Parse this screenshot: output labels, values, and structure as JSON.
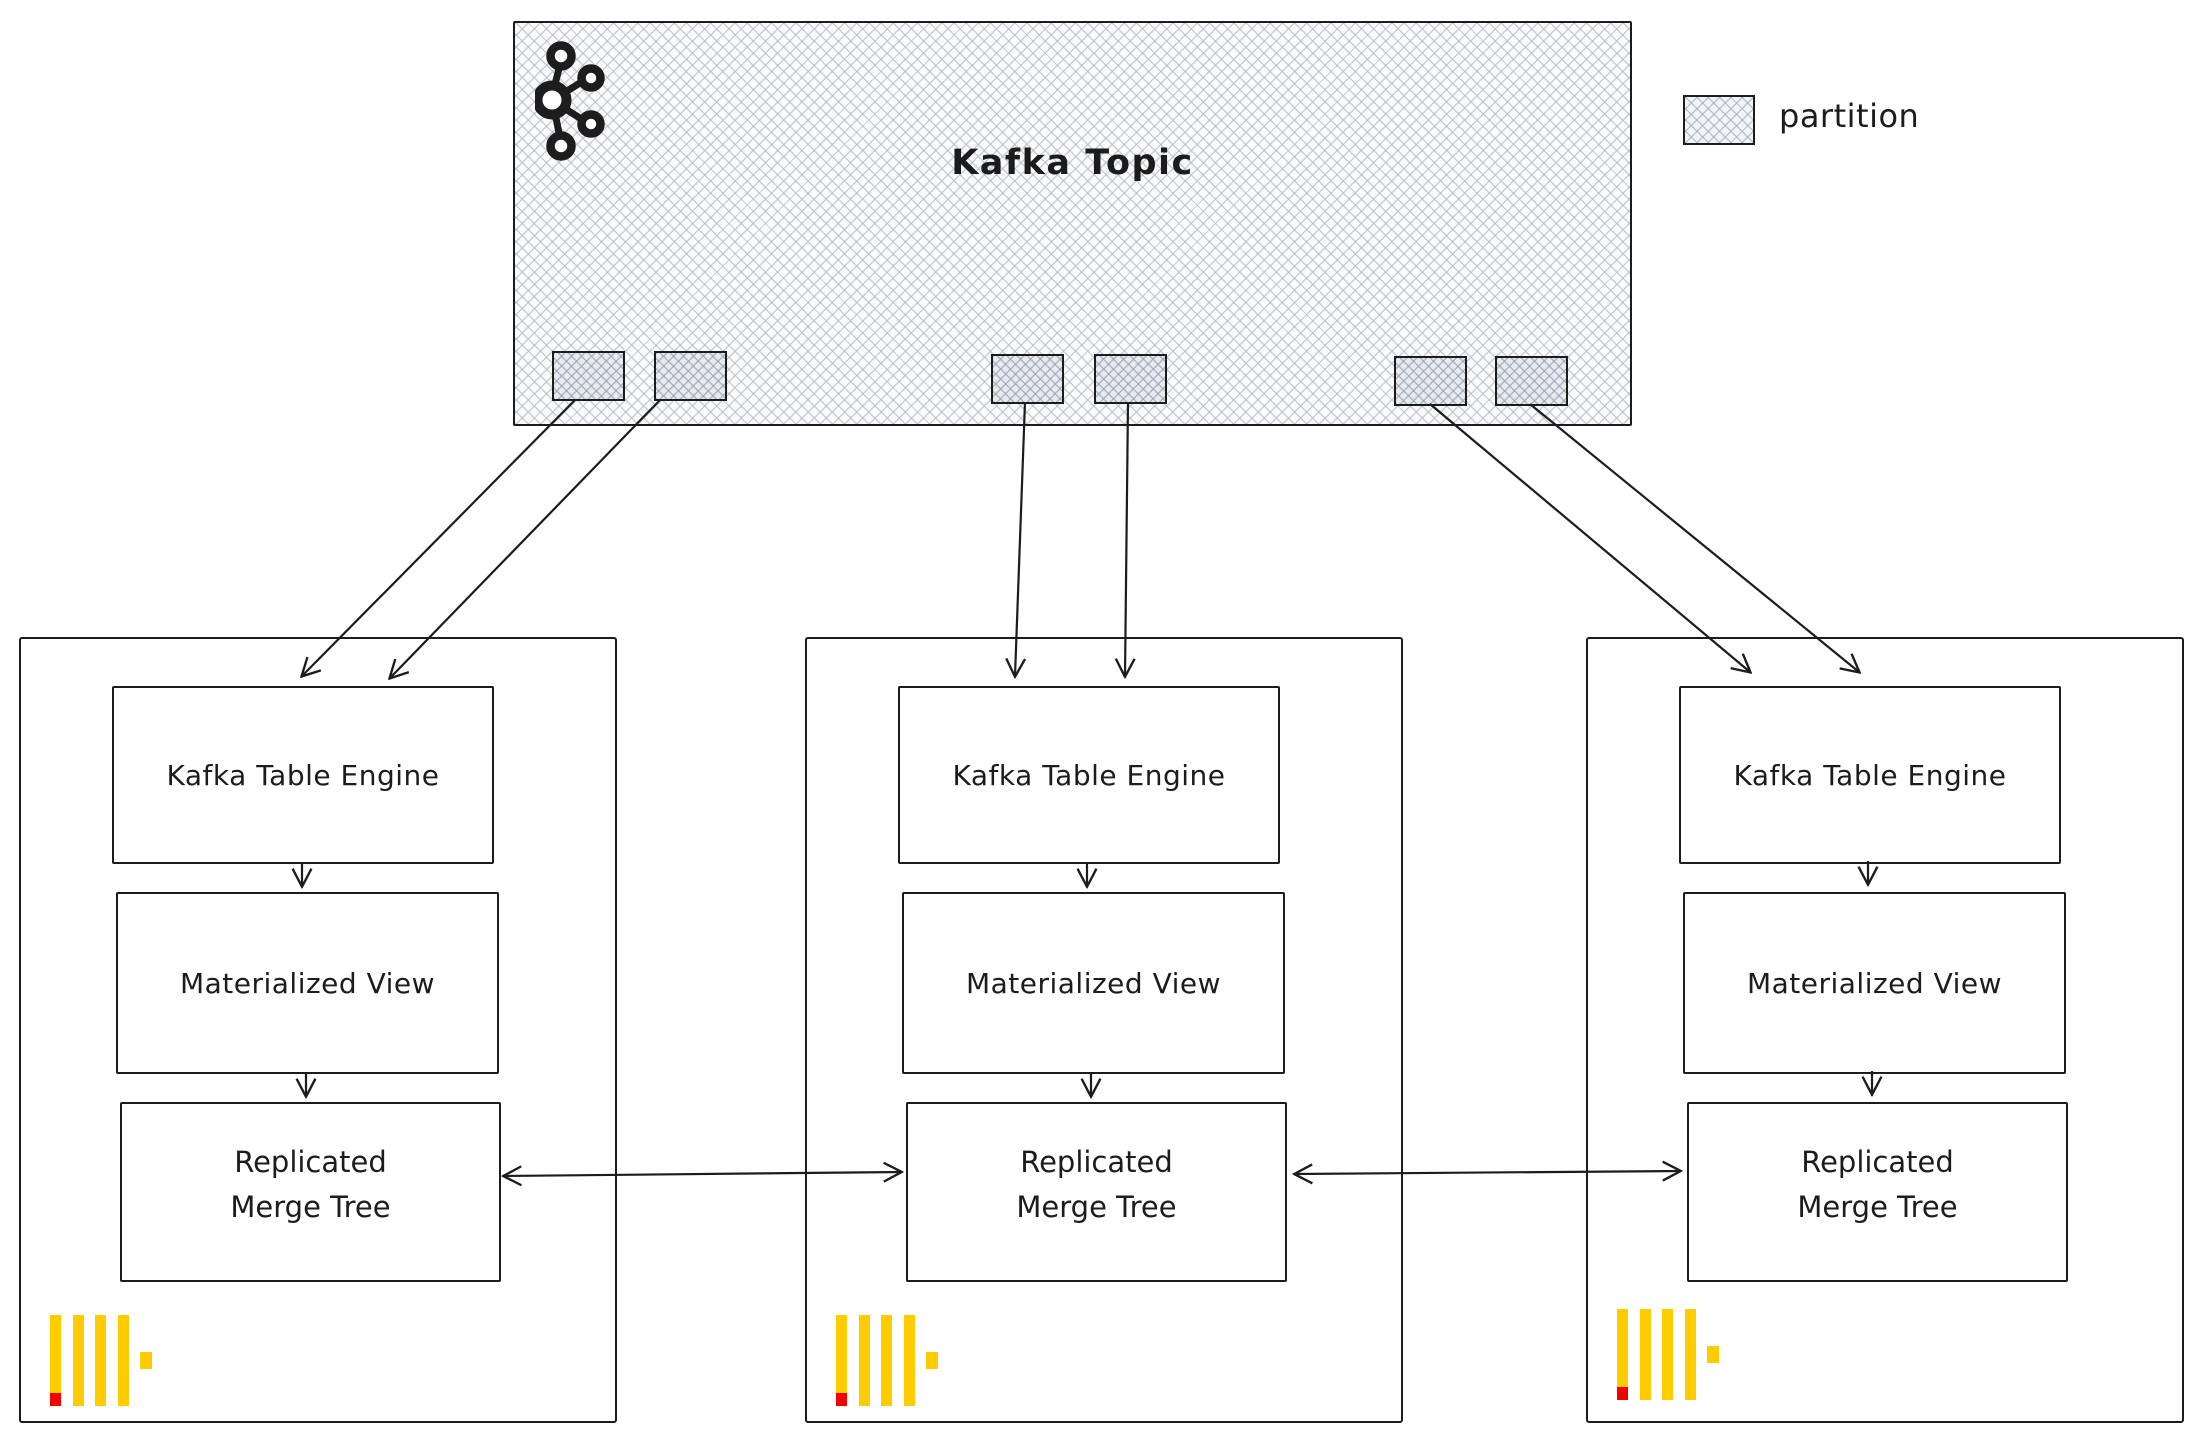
{
  "topic": {
    "title": "Kafka Topic",
    "icon": "kafka-logo",
    "partition_count": 6
  },
  "legend": {
    "swatch": "crosshatch-pattern",
    "label": "partition"
  },
  "nodes": [
    {
      "engine_label": "Kafka Table Engine",
      "view_label": "Materialized View",
      "storage_line1": "Replicated",
      "storage_line2": "Merge Tree",
      "logo": "clickhouse-logo"
    },
    {
      "engine_label": "Kafka Table Engine",
      "view_label": "Materialized View",
      "storage_line1": "Replicated",
      "storage_line2": "Merge Tree",
      "logo": "clickhouse-logo"
    },
    {
      "engine_label": "Kafka Table Engine",
      "view_label": "Materialized View",
      "storage_line1": "Replicated",
      "storage_line2": "Merge Tree",
      "logo": "clickhouse-logo"
    }
  ],
  "edges": [
    {
      "from": "partition-0",
      "to": "node-1-kafka-table-engine"
    },
    {
      "from": "partition-1",
      "to": "node-1-kafka-table-engine"
    },
    {
      "from": "partition-2",
      "to": "node-2-kafka-table-engine"
    },
    {
      "from": "partition-3",
      "to": "node-2-kafka-table-engine"
    },
    {
      "from": "partition-4",
      "to": "node-3-kafka-table-engine"
    },
    {
      "from": "partition-5",
      "to": "node-3-kafka-table-engine"
    },
    {
      "from": "node-1-kafka-table-engine",
      "to": "node-1-materialized-view"
    },
    {
      "from": "node-1-materialized-view",
      "to": "node-1-replicated-merge-tree"
    },
    {
      "from": "node-2-kafka-table-engine",
      "to": "node-2-materialized-view"
    },
    {
      "from": "node-2-materialized-view",
      "to": "node-2-replicated-merge-tree"
    },
    {
      "from": "node-3-kafka-table-engine",
      "to": "node-3-materialized-view"
    },
    {
      "from": "node-3-materialized-view",
      "to": "node-3-replicated-merge-tree"
    },
    {
      "from": "node-2-replicated-merge-tree",
      "to": "node-1-replicated-merge-tree",
      "bidirectional": true
    },
    {
      "from": "node-3-replicated-merge-tree",
      "to": "node-2-replicated-merge-tree",
      "bidirectional": true
    }
  ],
  "colors": {
    "ink": "#1c1c1c",
    "hatch_line": "#c7cdd7",
    "hatch_bg": "#fbfbfc",
    "partition_fill": "#e7eaef",
    "clickhouse_yellow": "#ffcc00",
    "clickhouse_red": "#f40001",
    "canvas_bg": "#ffffff"
  }
}
